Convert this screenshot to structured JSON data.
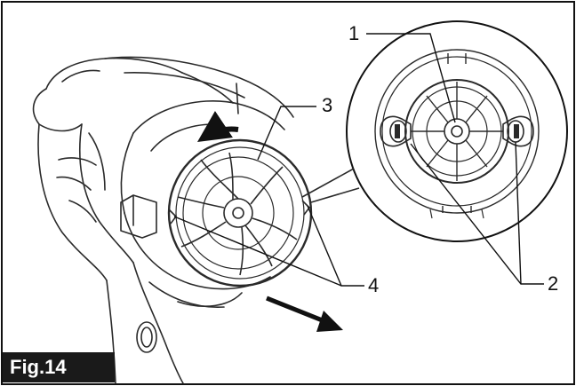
{
  "figure": {
    "label": "Fig.14",
    "callouts": {
      "c1": "1",
      "c2": "2",
      "c3": "3",
      "c4": "4"
    }
  }
}
